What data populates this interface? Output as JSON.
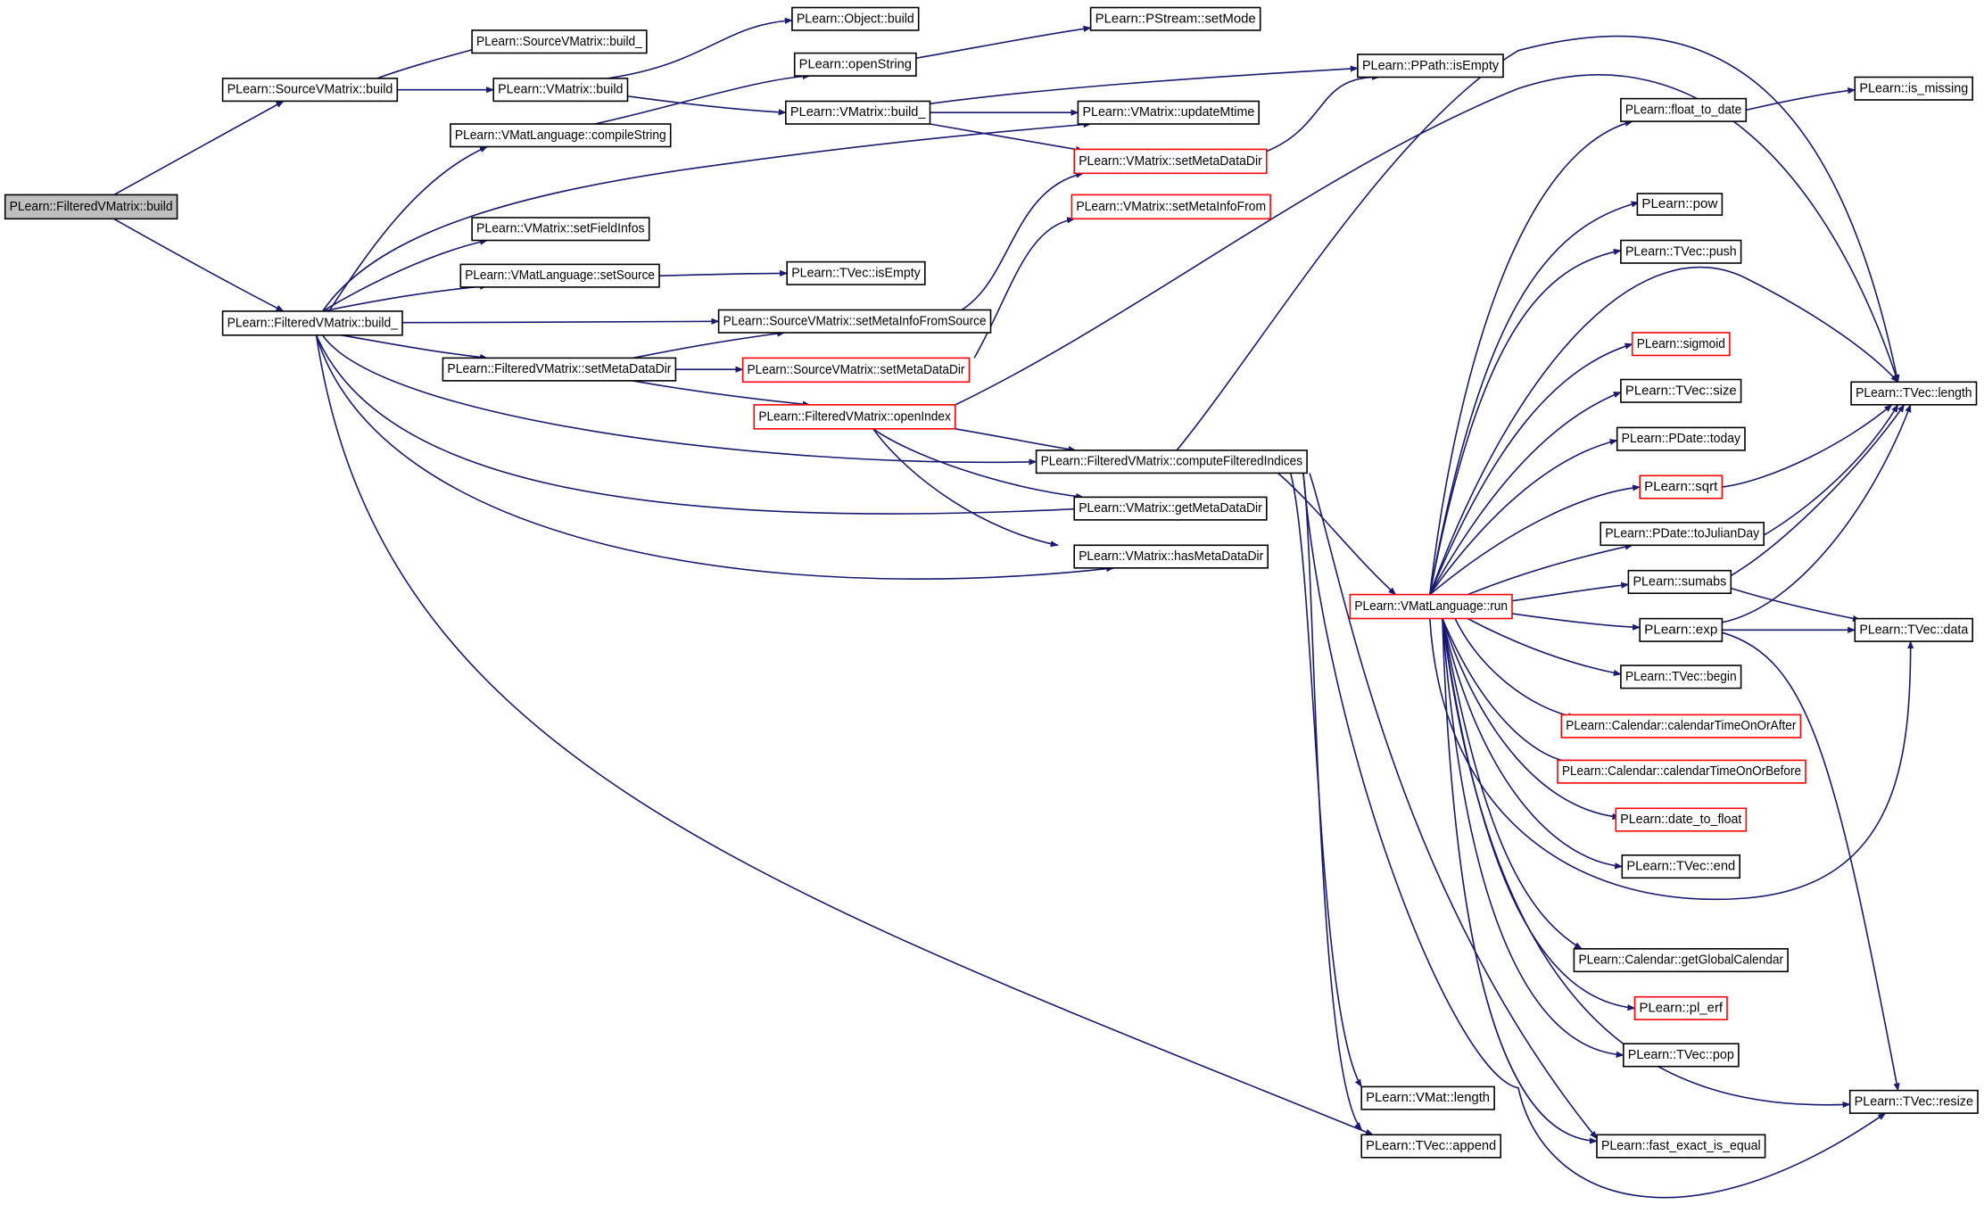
{
  "nodes": [
    {
      "id": "n0",
      "label": "PLearn::FilteredVMatrix::build",
      "style": "root"
    },
    {
      "id": "n1",
      "label": "PLearn::SourceVMatrix::build",
      "style": "normal"
    },
    {
      "id": "n2",
      "label": "PLearn::FilteredVMatrix::build_",
      "style": "normal"
    },
    {
      "id": "n3",
      "label": "PLearn::SourceVMatrix::build_",
      "style": "normal"
    },
    {
      "id": "n4",
      "label": "PLearn::VMatrix::build",
      "style": "normal"
    },
    {
      "id": "n5",
      "label": "PLearn::Object::build",
      "style": "normal"
    },
    {
      "id": "n6",
      "label": "PLearn::VMatrix::build_",
      "style": "normal"
    },
    {
      "id": "n7",
      "label": "PLearn::PPath::isEmpty",
      "style": "normal"
    },
    {
      "id": "n8",
      "label": "PLearn::VMatrix::updateMtime",
      "style": "normal"
    },
    {
      "id": "n9",
      "label": "PLearn::VMatrix::setMetaDataDir",
      "style": "truncated"
    },
    {
      "id": "n10",
      "label": "PLearn::VMatLanguage::compileString",
      "style": "normal"
    },
    {
      "id": "n11",
      "label": "PLearn::openString",
      "style": "normal"
    },
    {
      "id": "n12",
      "label": "PLearn::PStream::setMode",
      "style": "normal"
    },
    {
      "id": "n13",
      "label": "PLearn::VMatrix::setFieldInfos",
      "style": "normal"
    },
    {
      "id": "n14",
      "label": "PLearn::VMatLanguage::setSource",
      "style": "normal"
    },
    {
      "id": "n15",
      "label": "PLearn::TVec::isEmpty",
      "style": "normal"
    },
    {
      "id": "n16",
      "label": "PLearn::SourceVMatrix::setMetaInfoFromSource",
      "style": "normal"
    },
    {
      "id": "n17",
      "label": "PLearn::VMatrix::setMetaInfoFrom",
      "style": "truncated"
    },
    {
      "id": "n18",
      "label": "PLearn::FilteredVMatrix::setMetaDataDir",
      "style": "normal"
    },
    {
      "id": "n19",
      "label": "PLearn::SourceVMatrix::setMetaDataDir",
      "style": "truncated"
    },
    {
      "id": "n20",
      "label": "PLearn::FilteredVMatrix::openIndex",
      "style": "truncated"
    },
    {
      "id": "n21",
      "label": "PLearn::FilteredVMatrix::computeFilteredIndices",
      "style": "normal"
    },
    {
      "id": "n22",
      "label": "PLearn::VMatrix::getMetaDataDir",
      "style": "normal"
    },
    {
      "id": "n23",
      "label": "PLearn::VMatrix::hasMetaDataDir",
      "style": "normal"
    },
    {
      "id": "n24",
      "label": "PLearn::VMatLanguage::run",
      "style": "truncated"
    },
    {
      "id": "n25",
      "label": "PLearn::VMat::length",
      "style": "normal"
    },
    {
      "id": "n26",
      "label": "PLearn::TVec::append",
      "style": "normal"
    },
    {
      "id": "n27",
      "label": "PLearn::fast_exact_is_equal",
      "style": "normal"
    },
    {
      "id": "n28",
      "label": "PLearn::float_to_date",
      "style": "normal"
    },
    {
      "id": "n29",
      "label": "PLearn::pow",
      "style": "normal"
    },
    {
      "id": "n30",
      "label": "PLearn::TVec::push",
      "style": "normal"
    },
    {
      "id": "n31",
      "label": "PLearn::sigmoid",
      "style": "truncated"
    },
    {
      "id": "n32",
      "label": "PLearn::TVec::size",
      "style": "normal"
    },
    {
      "id": "n33",
      "label": "PLearn::PDate::today",
      "style": "normal"
    },
    {
      "id": "n34",
      "label": "PLearn::sqrt",
      "style": "truncated"
    },
    {
      "id": "n35",
      "label": "PLearn::PDate::toJulianDay",
      "style": "normal"
    },
    {
      "id": "n36",
      "label": "PLearn::sumabs",
      "style": "normal"
    },
    {
      "id": "n37",
      "label": "PLearn::exp",
      "style": "normal"
    },
    {
      "id": "n38",
      "label": "PLearn::TVec::begin",
      "style": "normal"
    },
    {
      "id": "n39",
      "label": "PLearn::Calendar::calendarTimeOnOrAfter",
      "style": "truncated"
    },
    {
      "id": "n40",
      "label": "PLearn::Calendar::calendarTimeOnOrBefore",
      "style": "truncated"
    },
    {
      "id": "n41",
      "label": "PLearn::date_to_float",
      "style": "truncated"
    },
    {
      "id": "n42",
      "label": "PLearn::TVec::end",
      "style": "normal"
    },
    {
      "id": "n43",
      "label": "PLearn::Calendar::getGlobalCalendar",
      "style": "normal"
    },
    {
      "id": "n44",
      "label": "PLearn::pl_erf",
      "style": "truncated"
    },
    {
      "id": "n45",
      "label": "PLearn::TVec::pop",
      "style": "normal"
    },
    {
      "id": "n46",
      "label": "PLearn::is_missing",
      "style": "normal"
    },
    {
      "id": "n47",
      "label": "PLearn::TVec::length",
      "style": "normal"
    },
    {
      "id": "n48",
      "label": "PLearn::TVec::data",
      "style": "normal"
    },
    {
      "id": "n49",
      "label": "PLearn::TVec::resize",
      "style": "normal"
    }
  ],
  "colors": {
    "edge": "#191970",
    "node_border": "#000000",
    "truncated_border": "#ff0000",
    "root_fill": "#bfbfbf",
    "node_fill": "#ffffff",
    "text": "#000000"
  }
}
